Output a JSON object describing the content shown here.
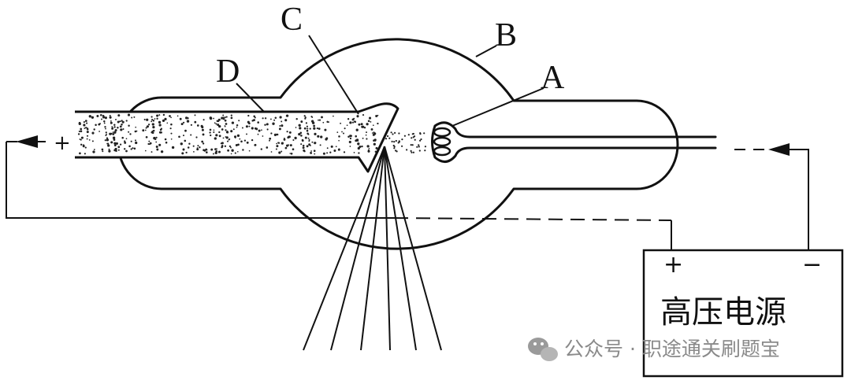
{
  "labels": {
    "anode_target": "C",
    "glass_envelope": "B",
    "cathode_filament": "A",
    "anode_body": "D"
  },
  "power_supply": {
    "name": "高压电源",
    "positive": "+",
    "negative": "−"
  },
  "circuit": {
    "left_sign": "+"
  },
  "watermark": {
    "text": "公众号 · 职途通关刷题宝",
    "icon": "wechat-icon"
  },
  "colors": {
    "ink": "#111111",
    "watermark": "#8a8a8a"
  }
}
